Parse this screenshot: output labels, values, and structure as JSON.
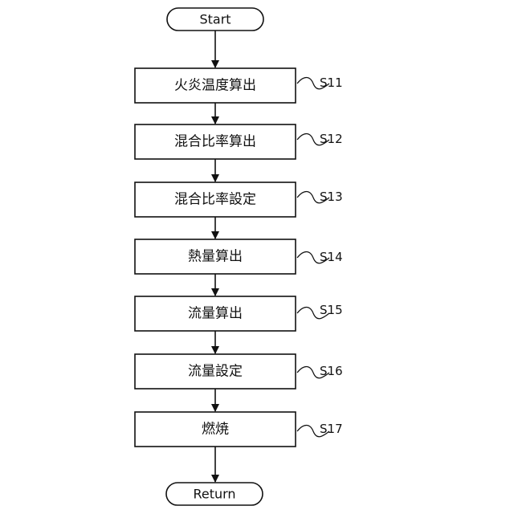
{
  "flowchart": {
    "start": "Start",
    "end": "Return",
    "steps": [
      {
        "text": "火炎温度算出",
        "label": "S11"
      },
      {
        "text": "混合比率算出",
        "label": "S12"
      },
      {
        "text": "混合比率設定",
        "label": "S13"
      },
      {
        "text": "熱量算出",
        "label": "S14"
      },
      {
        "text": "流量算出",
        "label": "S15"
      },
      {
        "text": "流量設定",
        "label": "S16"
      },
      {
        "text": "燃焼",
        "label": "S17"
      }
    ]
  }
}
